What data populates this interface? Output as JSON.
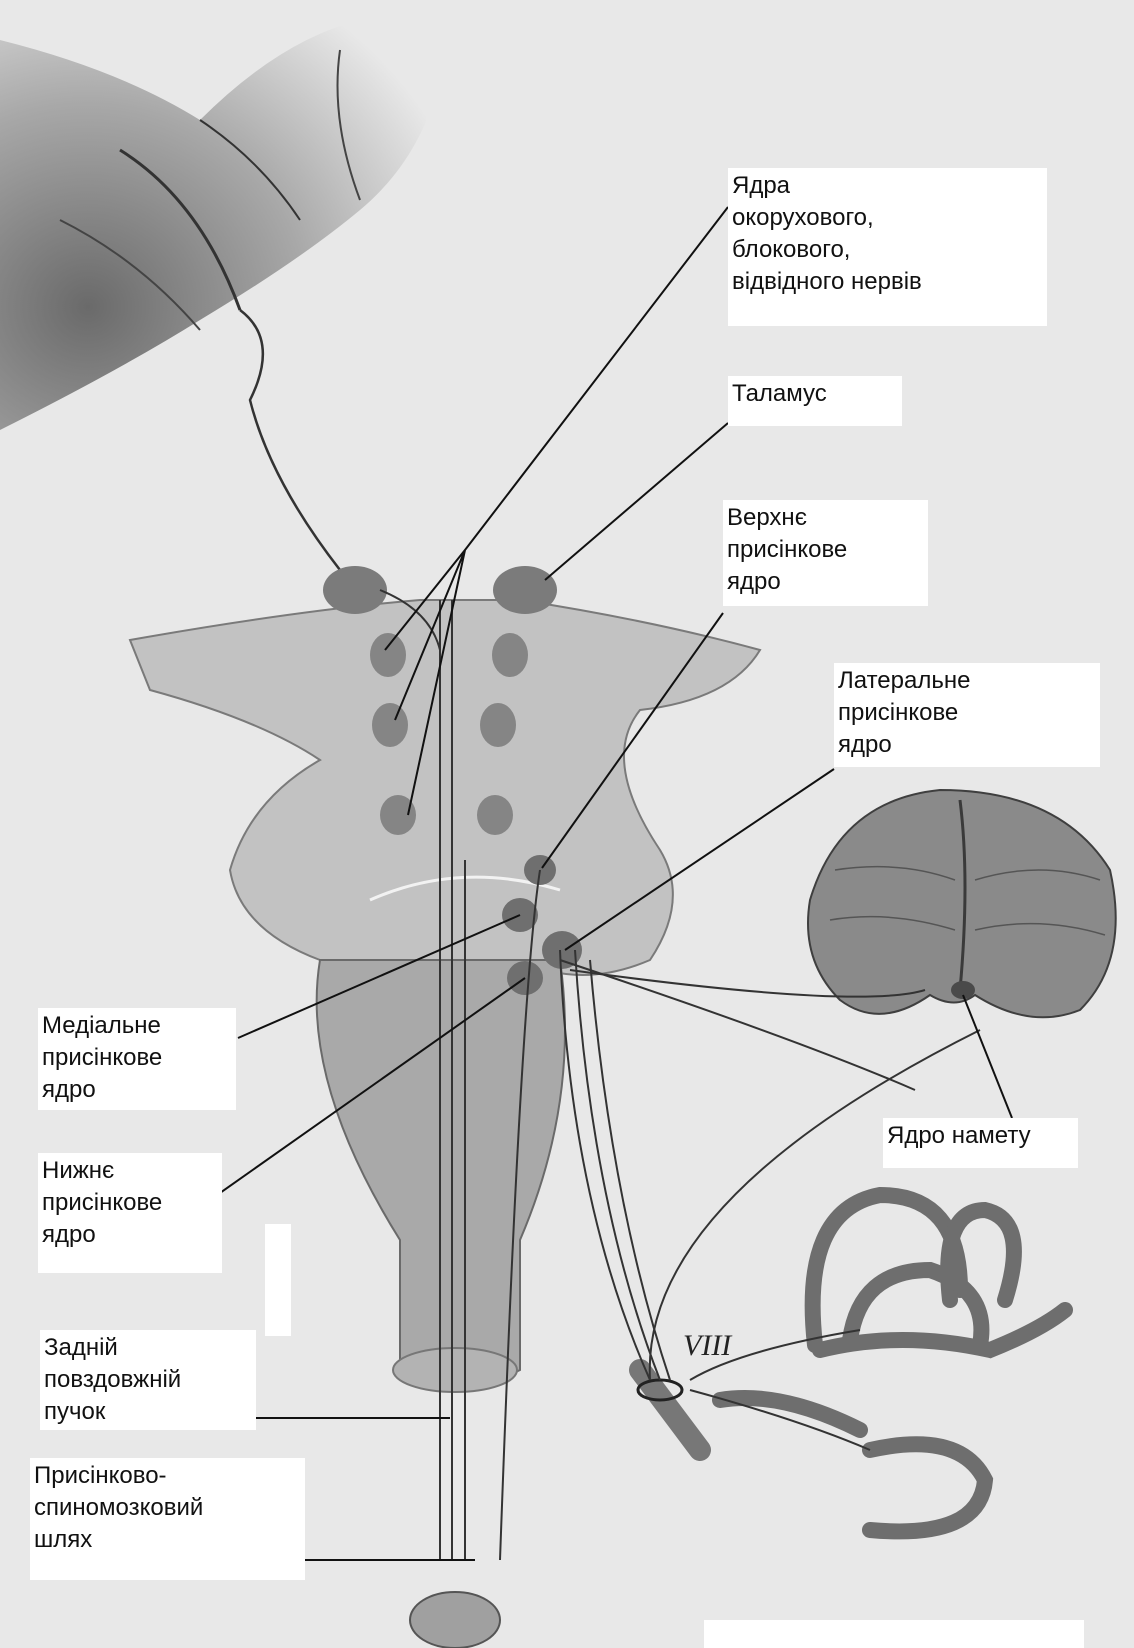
{
  "labels": {
    "oculomotor": [
      "Ядра",
      "окорухового,",
      "блокового,",
      "відвідного нервів"
    ],
    "thalamus": [
      "Таламус"
    ],
    "superior_nucleus": [
      "Верхнє",
      "присінкове",
      "ядро"
    ],
    "lateral_nucleus": [
      "Латеральне",
      "присінкове",
      "ядро"
    ],
    "medial_nucleus": [
      "Медіальне",
      "присінкове",
      "ядро"
    ],
    "inferior_nucleus": [
      "Нижнє",
      "присінкове",
      "ядро"
    ],
    "fastigial_nucleus": [
      "Ядро намету"
    ],
    "mlf": [
      "Задній",
      "повздовжній",
      "пучок"
    ],
    "vestibulospinal": [
      "Присінково-",
      "спиномозковий",
      "шлях"
    ],
    "nerve_viii": "VIII"
  },
  "colors": {
    "background": "#e8e8e8",
    "structure_fill": "#bdbdbd",
    "structure_dark": "#8a8a8a",
    "nucleus": "#777777",
    "line": "#1a1a1a",
    "label_bg": "#ffffff"
  }
}
